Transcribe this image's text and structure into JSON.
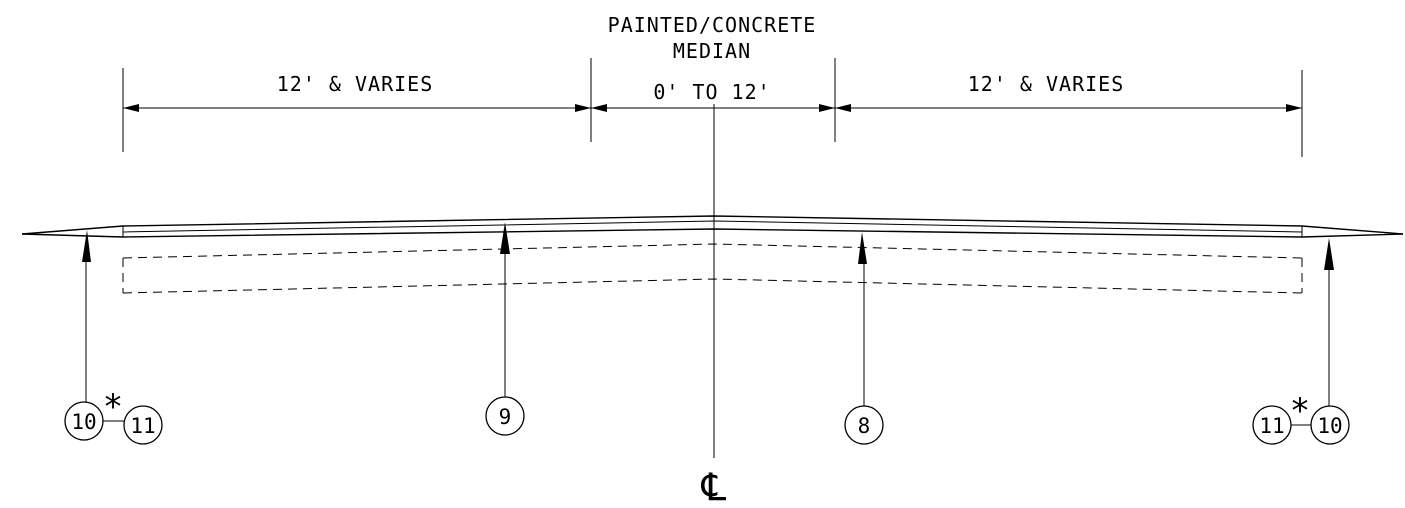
{
  "median_title_line1": "PAINTED/CONCRETE",
  "median_title_line2": "MEDIAN",
  "dimensions": {
    "left": "12' & VARIES",
    "center": "0' TO 12'",
    "right": "12' & VARIES"
  },
  "callouts": {
    "left_outer": "10",
    "left_inner": "11",
    "left_asterisk": "*",
    "nine": "9",
    "eight": "8",
    "right_inner": "11",
    "right_outer": "10",
    "right_asterisk": "*"
  },
  "centerline_symbol": "℄"
}
